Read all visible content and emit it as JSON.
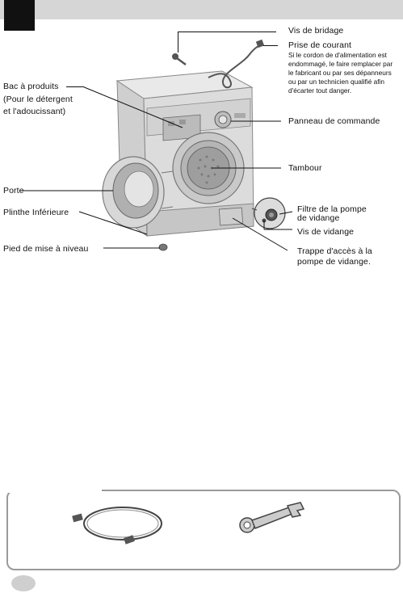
{
  "callouts": {
    "vis_de_bridage": "Vis de bridage",
    "prise_de_courant": "Prise de courant",
    "prise_note_lines": [
      "Si le cordon de d'alimentation est",
      "endommagé, le faire remplacer par",
      "le fabricant ou par ses dépanneurs",
      "ou par un technicien qualifié afin",
      "d'écarter tout danger."
    ],
    "bac_produits": "Bac à produits",
    "bac_note_lines": [
      "(Pour le détergent",
      "et l'adoucissant)"
    ],
    "panneau_commande": "Panneau de commande",
    "tambour": "Tambour",
    "porte": "Porte",
    "filtre_lines": [
      "Filtre de la pompe",
      "de vidange"
    ],
    "vis_vidange": "Vis de vidange",
    "plinthe": "Plinthe Inférieure",
    "pied": "Pied de mise à niveau",
    "trappe_lines": [
      "Trappe d'accès à la",
      "pompe de vidange."
    ]
  },
  "icons": {
    "washer": "washing-machine-illustration",
    "screw": "bracket-screw-icon",
    "plug": "power-cord-icon",
    "hose": "inlet-hose-icon",
    "spanner": "spanner-icon"
  }
}
